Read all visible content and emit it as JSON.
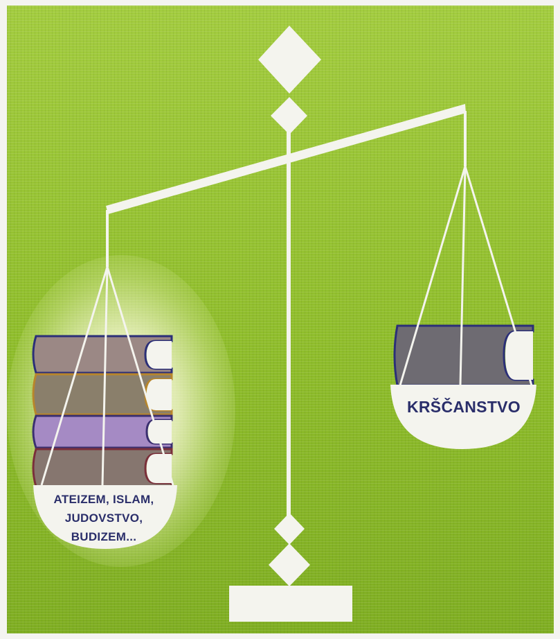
{
  "scale": {
    "heavy_pan": {
      "label_lines": [
        "ATEIZEM, ISLAM,",
        "JUDOVSTVO,",
        "BUDIZEM..."
      ],
      "book_count": 4,
      "book_colors": [
        "#9b8885",
        "#8a7f6b",
        "#a58ac4",
        "#86766f"
      ]
    },
    "light_pan": {
      "label": "KRŠČANSTVO",
      "book_count": 1,
      "book_colors": [
        "#6e6b72"
      ]
    }
  },
  "colors": {
    "background": "#93c031",
    "scale": "#f4f4ee",
    "label_text": "#2a2e6a"
  }
}
